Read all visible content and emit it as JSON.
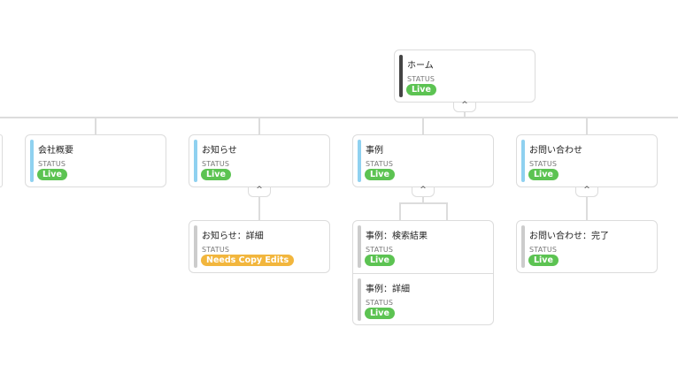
{
  "status_label": "STATUS",
  "colors": {
    "live": "#5cc352",
    "needs_copy_edits": "#f2b63d",
    "root_bar": "#444444",
    "level1_bar": "#8fd1f0",
    "child_bar": "#cccccc",
    "line": "#dcdcdc"
  },
  "toggle_icon": "chevron-up-icon",
  "toggle_glyph": "^",
  "root": {
    "title": "ホーム",
    "status": "Live"
  },
  "level1": [
    {
      "title": "会社概要",
      "status": "Live"
    },
    {
      "title": "お知らせ",
      "status": "Live"
    },
    {
      "title": "事例",
      "status": "Live"
    },
    {
      "title": "お問い合わせ",
      "status": "Live"
    }
  ],
  "children": {
    "news": [
      {
        "title": "お知らせ：詳細",
        "status": "Needs Copy Edits"
      }
    ],
    "cases": [
      {
        "title": "事例：検索結果",
        "status": "Live"
      },
      {
        "title": "事例：詳細",
        "status": "Live"
      }
    ],
    "contact": [
      {
        "title": "お問い合わせ：完了",
        "status": "Live"
      }
    ]
  }
}
